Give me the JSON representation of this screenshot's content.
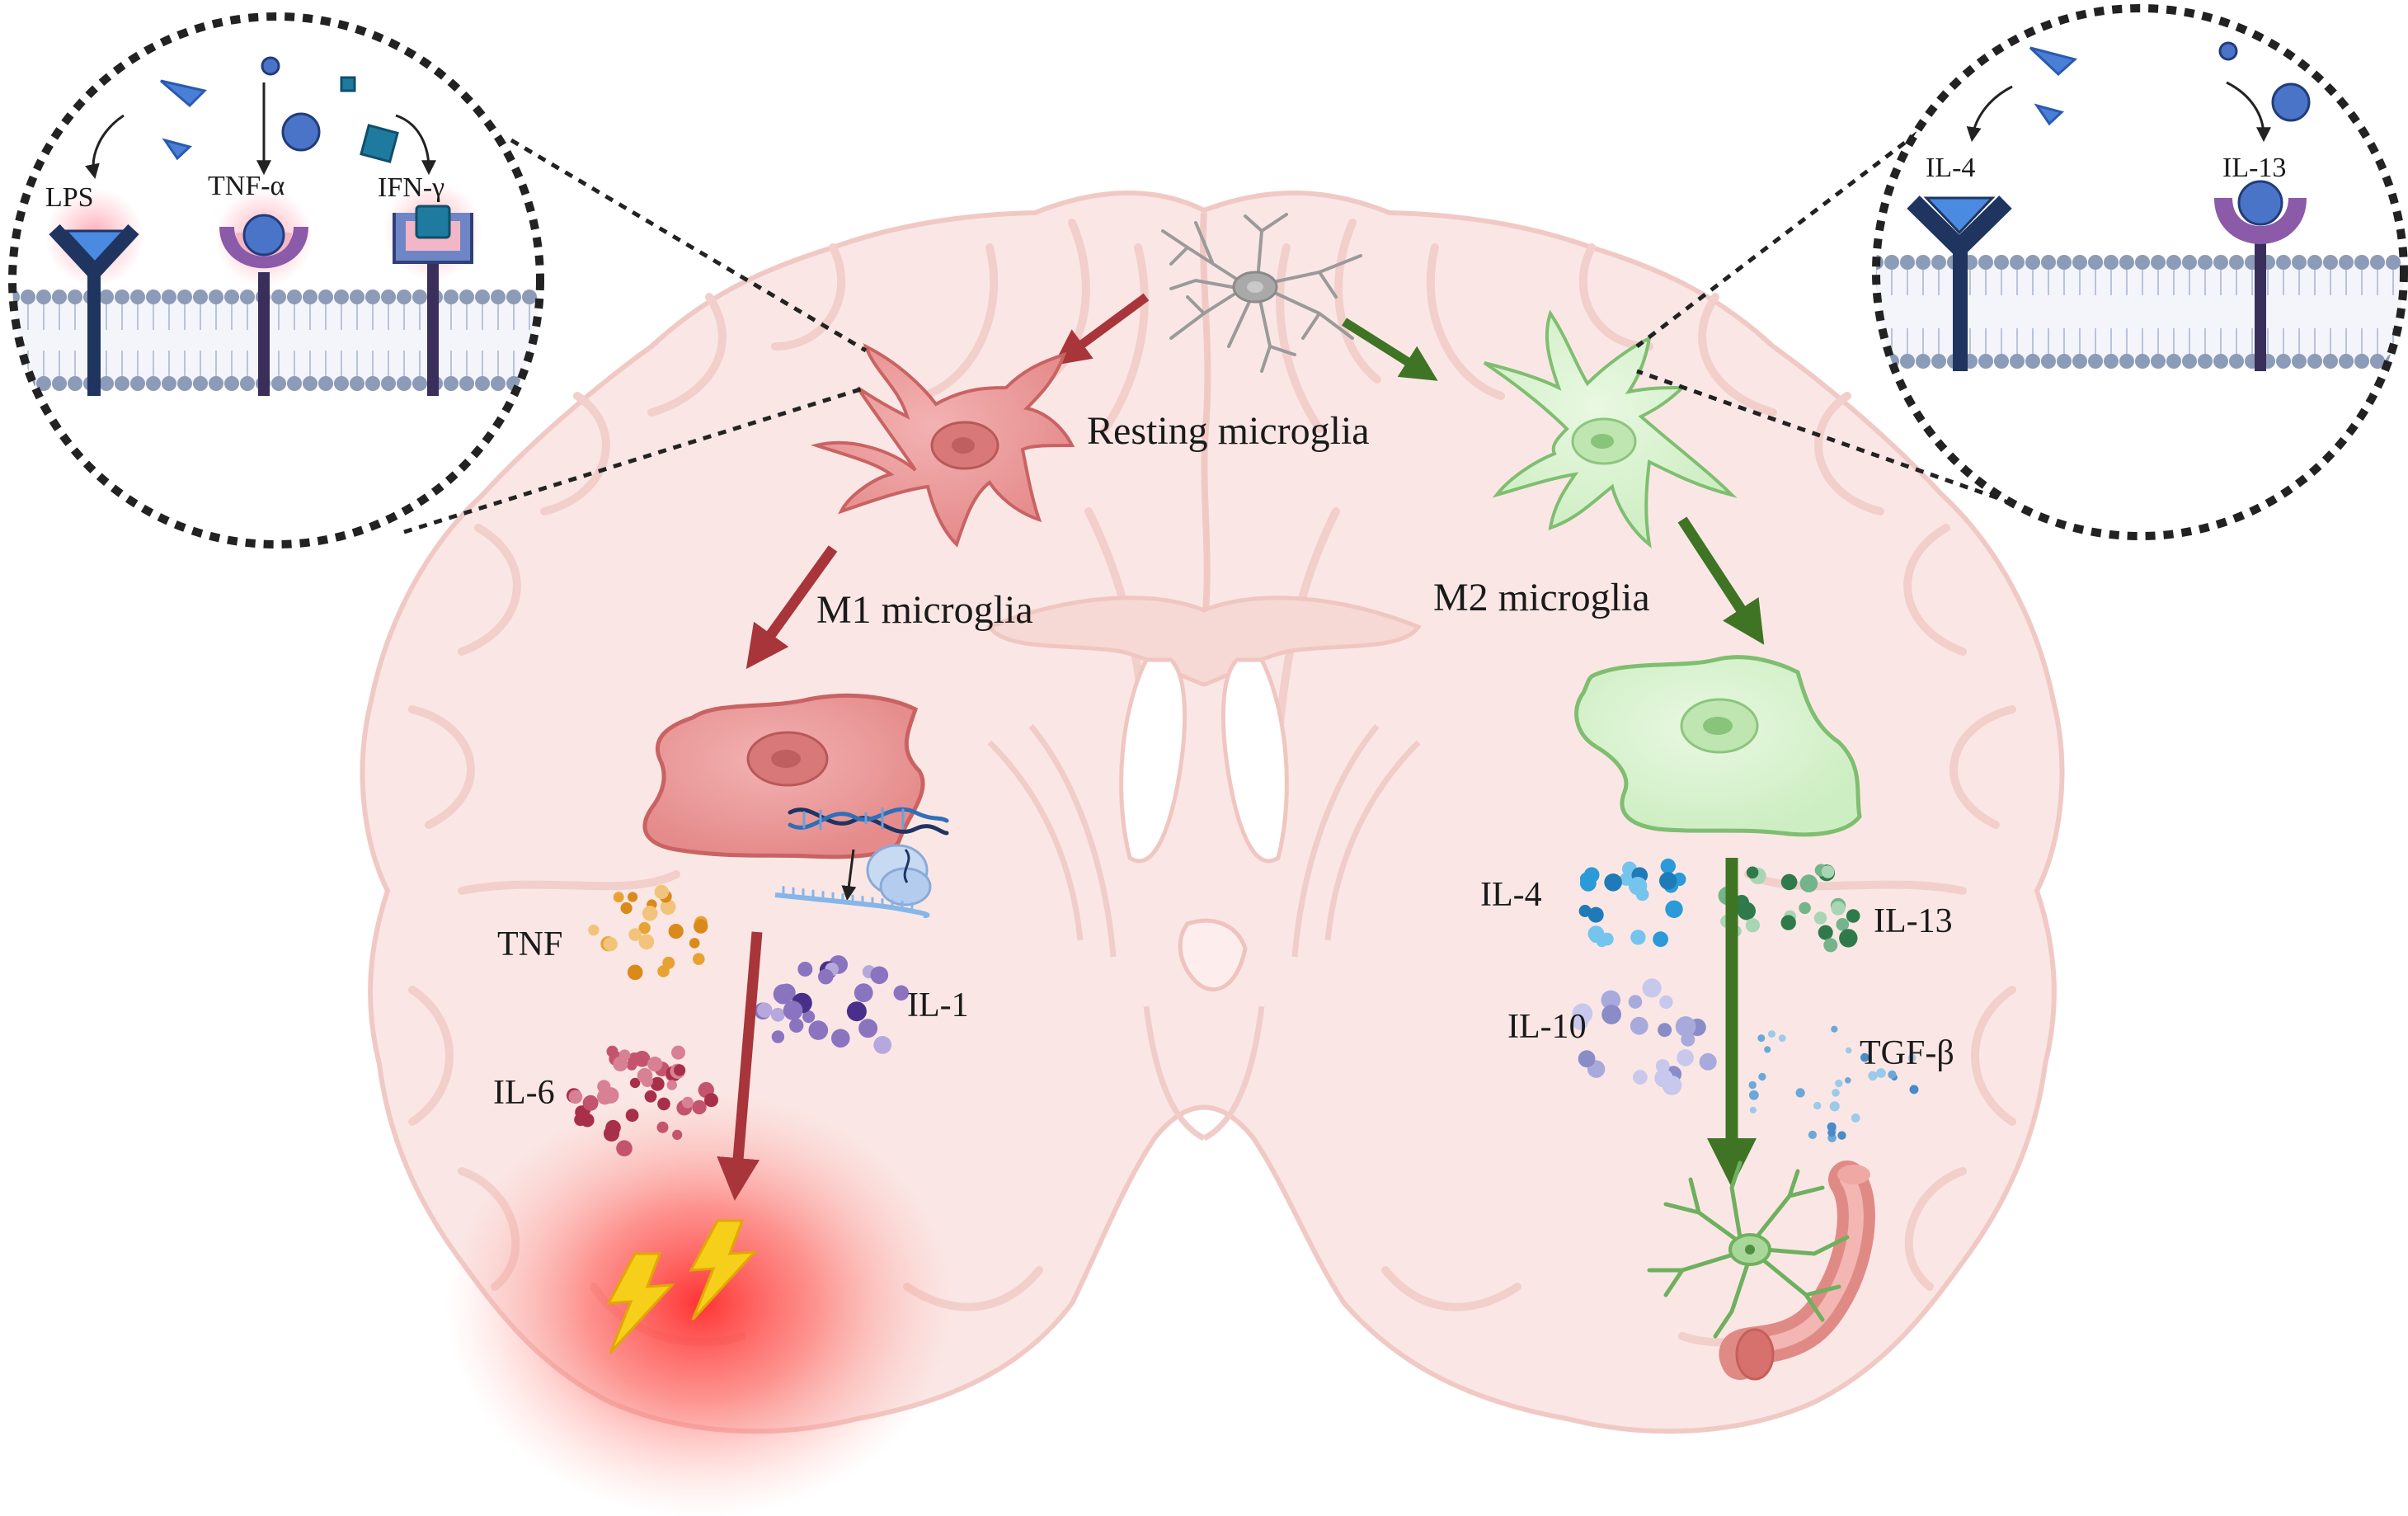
{
  "labels": {
    "resting": "Resting microglia",
    "m1": "M1 microglia",
    "m2": "M2 microglia"
  },
  "m1_cytokines": {
    "tnf": "TNF",
    "il1": "IL-1",
    "il6": "IL-6"
  },
  "m2_cytokines": {
    "il4": "IL-4",
    "il13": "IL-13",
    "il10": "IL-10",
    "tgfb": "TGF-β"
  },
  "inset_m1": {
    "lps": "LPS",
    "tnfa": "TNF-α",
    "ifng": "IFN-γ"
  },
  "inset_m2": {
    "il4": "IL-4",
    "il13": "IL-13"
  },
  "colors": {
    "brain_fill": "#fae7e5",
    "brain_line": "#f0c9c5",
    "m1_cell": "#ec9a9a",
    "m1_cell_line": "#c96363",
    "m1_arrow": "#a8353a",
    "m2_cell": "#d8f1cf",
    "m2_cell_line": "#7fbe71",
    "m2_arrow": "#3f7424",
    "receptor_navy": "#1f3560",
    "receptor_purple": "#8b5aa8",
    "ligand_blue": "#4a7fd8",
    "ligand_teal": "#1f7aa0",
    "membrane": "#8b9bb8",
    "lesion": "#ff3b3b",
    "bolt": "#f5cf1a"
  },
  "icons": [
    "resting-microglia-icon",
    "m1-cell-icon",
    "m2-cell-icon",
    "dna-icon",
    "ribosome-icon",
    "lightning-icon",
    "neuron-icon",
    "blood-vessel-icon",
    "receptor-icon",
    "membrane-icon"
  ]
}
